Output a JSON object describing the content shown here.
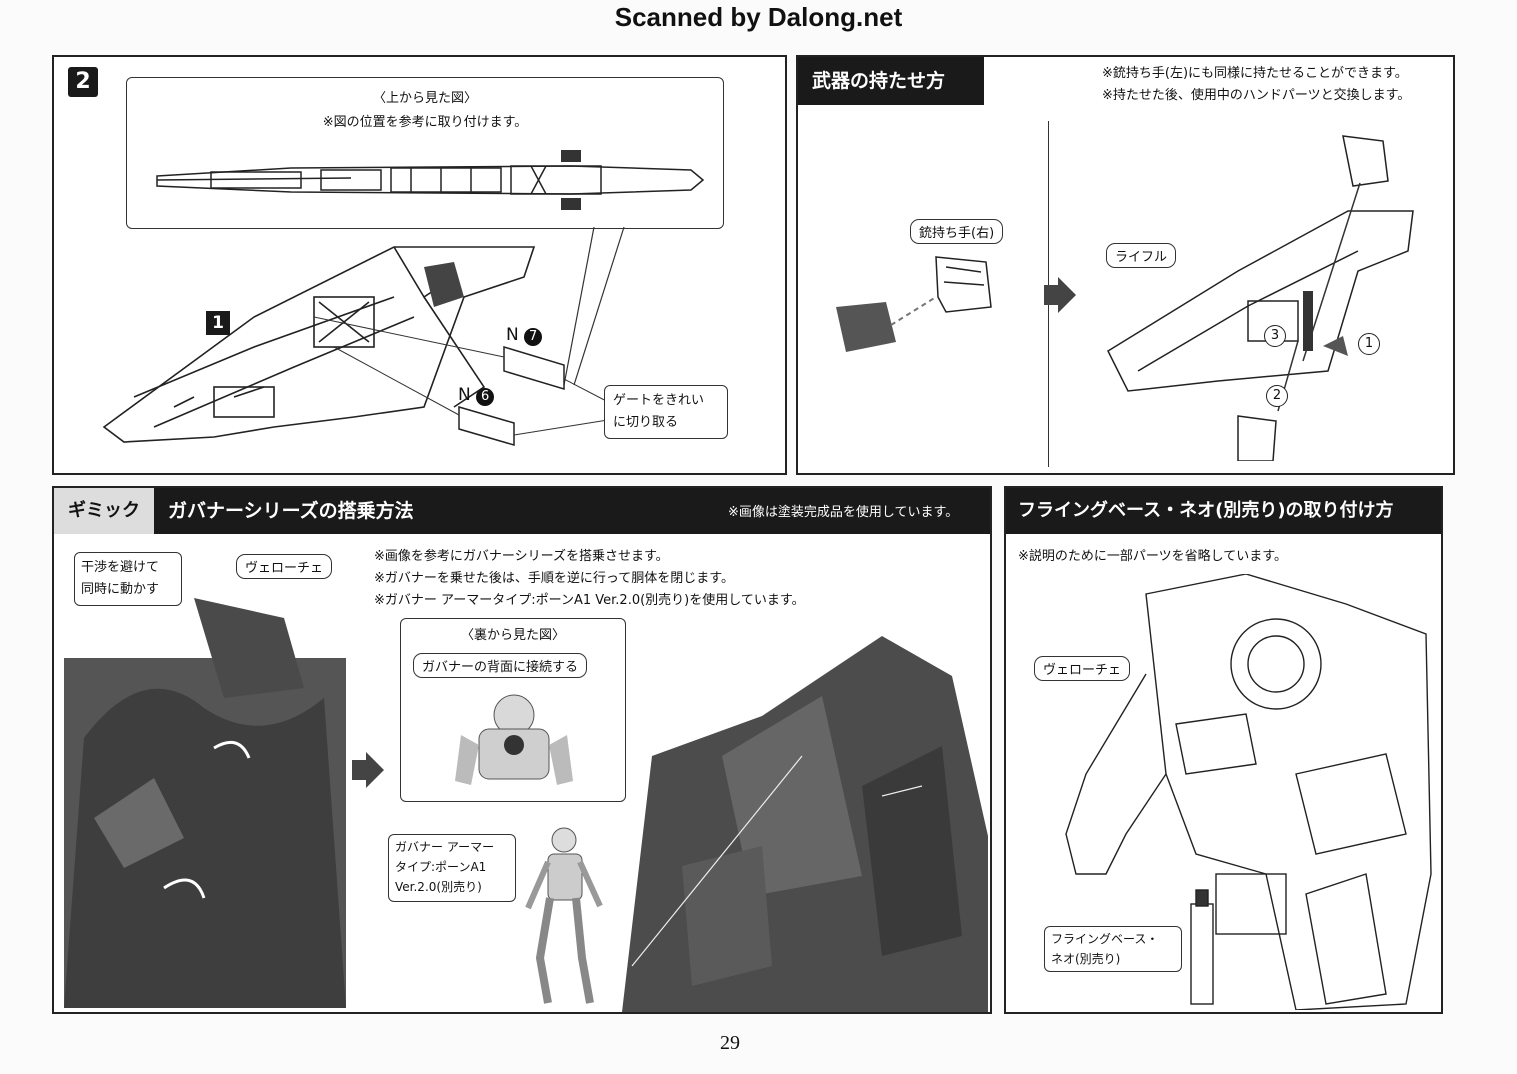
{
  "site_header": "Scanned by Dalong.net",
  "page_number": "29",
  "step2": {
    "step_number": "2",
    "top_view_title": "〈上から見た図〉",
    "top_view_note": "※図の位置を参考に取り付けます。",
    "callout_1": "1",
    "part_n7": "N",
    "part_n7_num": "7",
    "part_n6": "N",
    "part_n6_num": "6",
    "gate_note_line1": "ゲートをきれい",
    "gate_note_line2": "に切り取る"
  },
  "weapon": {
    "title": "武器の持たせ方",
    "note1": "※銃持ち手(左)にも同様に持たせることができます。",
    "note2": "※持たせた後、使用中のハンドパーツと交換します。",
    "label_hand": "銃持ち手(右)",
    "label_rifle": "ライフル",
    "steps": [
      "1",
      "2",
      "3"
    ]
  },
  "gimmick": {
    "tag": "ギミック",
    "title": "ガバナーシリーズの搭乗方法",
    "right_note": "※画像は塗装完成品を使用しています。",
    "interference_line1": "干渉を避けて",
    "interference_line2": "同時に動かす",
    "veloce_label": "ヴェローチェ",
    "note1": "※画像を参考にガバナーシリーズを搭乗させます。",
    "note2": "※ガバナーを乗せた後は、手順を逆に行って胴体を閉じます。",
    "note3": "※ガバナー アーマータイプ:ポーンA1 Ver.2.0(別売り)を使用しています。",
    "back_view_title": "〈裏から見た図〉",
    "back_view_label": "ガバナーの背面に接続する",
    "governor_line1": "ガバナー アーマー",
    "governor_line2": "タイプ:ポーンA1",
    "governor_line3": "Ver.2.0(別売り)"
  },
  "flying_base": {
    "title": "フライングベース・ネオ(別売り)の取り付け方",
    "note": "※説明のために一部パーツを省略しています。",
    "veloce_label": "ヴェローチェ",
    "base_line1": "フライングベース・",
    "base_line2": "ネオ(別売り)"
  }
}
